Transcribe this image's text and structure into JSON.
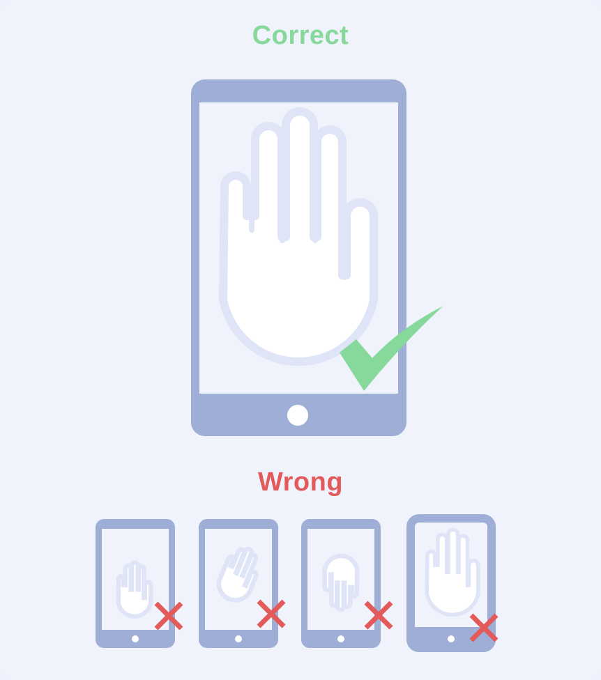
{
  "correct": {
    "title": "Correct",
    "color": "#86d99b"
  },
  "wrong": {
    "title": "Wrong",
    "color": "#e35a5a",
    "examples": [
      {
        "name": "hand-off-center-small",
        "icon": "x-mark-icon"
      },
      {
        "name": "hand-rotated",
        "icon": "x-mark-icon"
      },
      {
        "name": "hand-upside-down",
        "icon": "x-mark-icon"
      },
      {
        "name": "hand-too-large",
        "icon": "x-mark-icon"
      }
    ]
  },
  "colors": {
    "background": "#f0f2fc",
    "device": "#9eaed6",
    "hand_outline": "#dfe4f6",
    "hand_fill": "#ffffff"
  }
}
